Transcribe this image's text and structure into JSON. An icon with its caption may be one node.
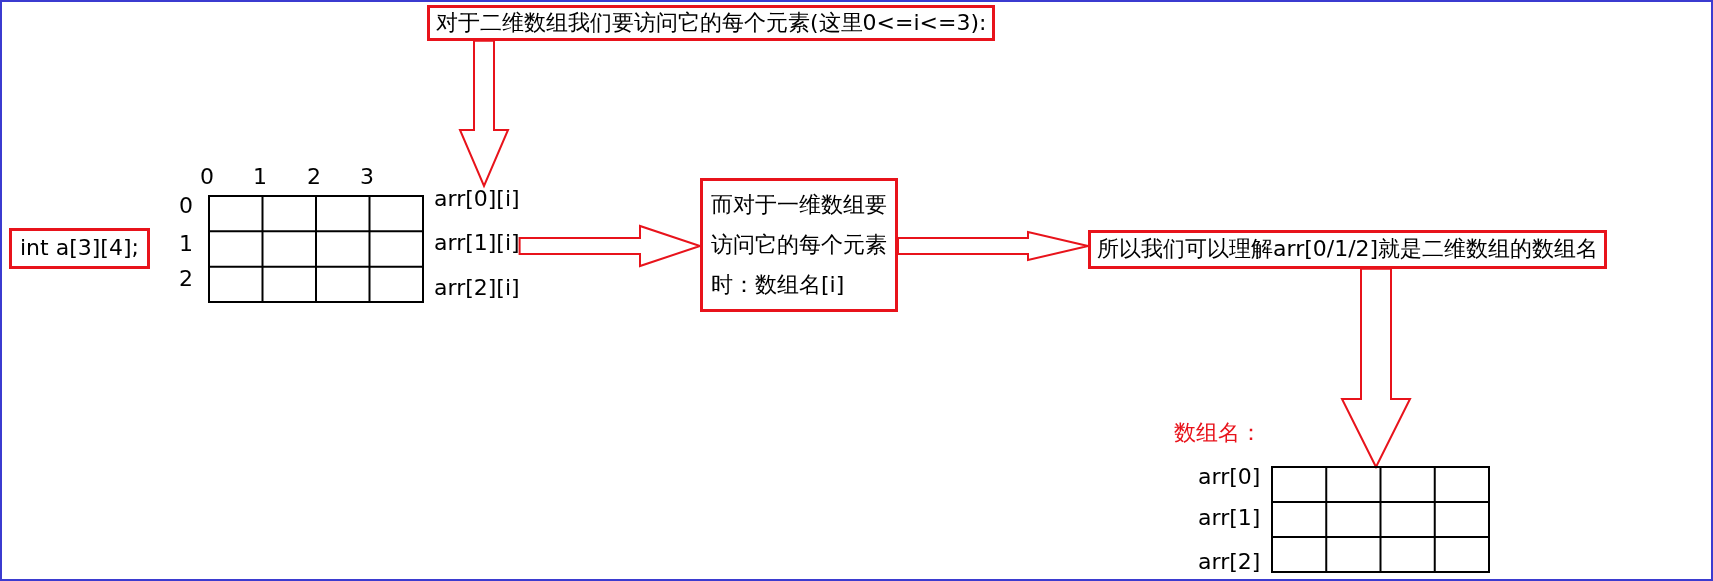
{
  "diagram": {
    "nodes": [
      {
        "text": [
          "对于二维数组我们要访问它的每个元素(这里0<=i<=3):"
        ]
      },
      {
        "text": [
          "int a[3][4];"
        ]
      },
      {
        "text": [
          "arr[0][i]",
          "arr[1][i]",
          "arr[2][i]"
        ]
      },
      {
        "text": [
          "而对于一维数组要访问它的每个元素时：数组名[i]"
        ]
      },
      {
        "text": [
          "所以我们可以理解arr[0/1/2]就是二维数组的数组名"
        ]
      },
      {
        "text": [],
        "shape": "grid"
      }
    ],
    "edges": [
      {
        "from": 0,
        "to": 2,
        "arrow": "to"
      },
      {
        "from": 2,
        "to": 3,
        "arrow": "to"
      },
      {
        "from": 3,
        "to": 4,
        "arrow": "to"
      },
      {
        "from": 4,
        "to": 5,
        "arrow": "to"
      }
    ],
    "labels": [
      "0",
      "1",
      "2",
      "3",
      "0",
      "1",
      "2",
      "数组名：",
      "arr[0]",
      "arr[1]",
      "arr[2]"
    ]
  }
}
